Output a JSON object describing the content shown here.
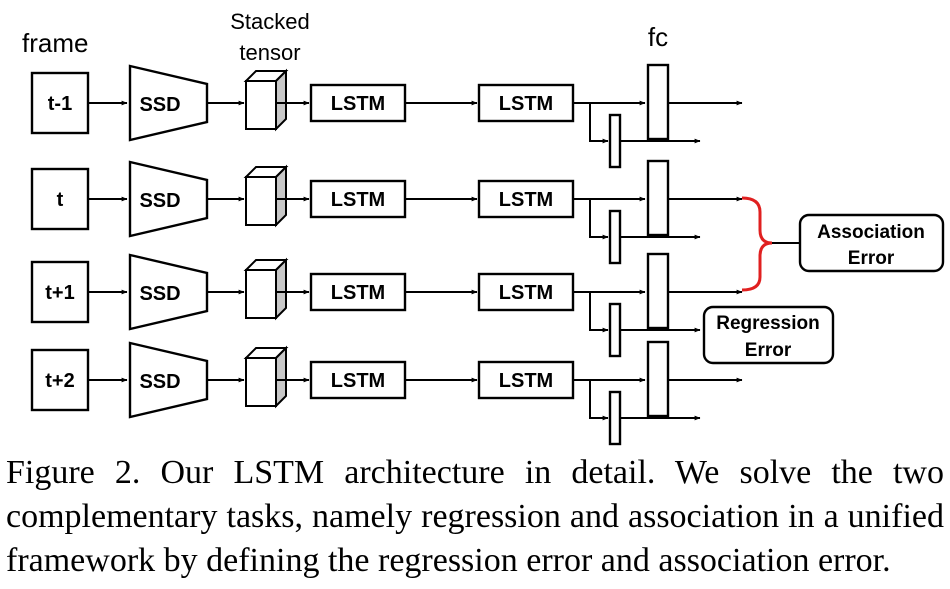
{
  "headers": {
    "frame": "frame",
    "stacked_line1": "Stacked",
    "stacked_line2": "tensor",
    "fc": "fc"
  },
  "rows": [
    {
      "frame": "t-1",
      "detector": "SSD",
      "lstm1": "LSTM",
      "lstm2": "LSTM"
    },
    {
      "frame": "t",
      "detector": "SSD",
      "lstm1": "LSTM",
      "lstm2": "LSTM"
    },
    {
      "frame": "t+1",
      "detector": "SSD",
      "lstm1": "LSTM",
      "lstm2": "LSTM"
    },
    {
      "frame": "t+2",
      "detector": "SSD",
      "lstm1": "LSTM",
      "lstm2": "LSTM"
    }
  ],
  "association_error": {
    "line1": "Association",
    "line2": "Error"
  },
  "regression_error": {
    "line1": "Regression",
    "line2": "Error"
  },
  "colors": {
    "bracket": "#e02020",
    "stroke": "#000000"
  },
  "caption": "Figure 2. Our LSTM architecture in detail. We solve the two complementary tasks, namely regression and association in a unified framework by defining the regression error and association error."
}
